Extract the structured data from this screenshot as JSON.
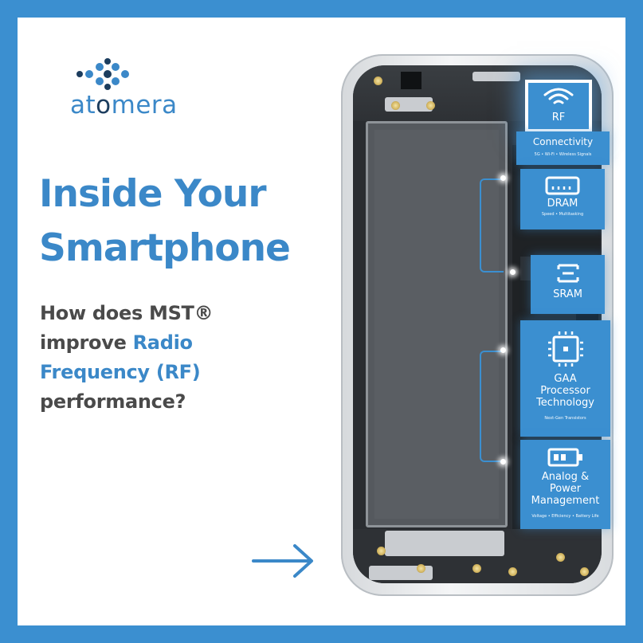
{
  "brand": {
    "name_prefix": "at",
    "name_o": "o",
    "name_suffix": "mera",
    "primary_color": "#3b88c8",
    "dark_color": "#1c3d5e",
    "icon": "atomera-logo-icon"
  },
  "headline": {
    "line1": "Inside Your",
    "line2": "Smartphone"
  },
  "subheading": {
    "part1": "How does MST®",
    "part2": "improve ",
    "highlight1": "Radio",
    "highlight2": "Frequency (RF)",
    "part3": "performance?"
  },
  "arrow_icon": "arrow-right-icon",
  "components": {
    "rf": {
      "title": "RF",
      "icon": "wifi-icon"
    },
    "connectivity": {
      "title": "Connectivity",
      "subtitle": "5G • Wi-Fi • Wireless Signals"
    },
    "dram": {
      "title": "DRAM",
      "subtitle": "Speed • Multitasking",
      "icon": "memory-icon"
    },
    "sram": {
      "title": "SRAM",
      "icon": "cache-icon"
    },
    "gaa": {
      "title_l1": "GAA",
      "title_l2": "Processor",
      "title_l3": "Technology",
      "subtitle": "Next-Gen Transistors",
      "icon": "processor-icon"
    },
    "analog": {
      "title_l1": "Analog &",
      "title_l2": "Power",
      "title_l3": "Management",
      "subtitle": "Voltage • Efficiency • Battery Life",
      "icon": "battery-icon"
    }
  },
  "colors": {
    "frame": "#3b8fd0",
    "card": "#3b8fd0",
    "text_gray": "#4a4a4a"
  }
}
